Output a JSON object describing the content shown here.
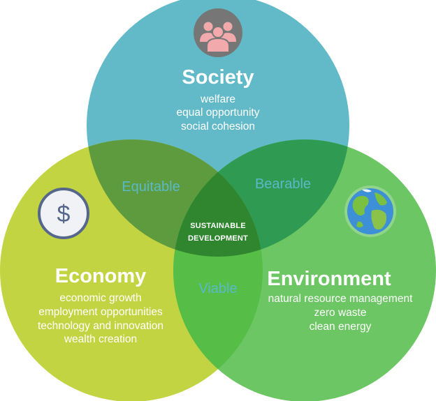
{
  "colors": {
    "society": "#62bac8",
    "economy": "#c3d442",
    "environment": "#6cc664",
    "society_economy": "#5e9a3e",
    "society_environment": "#2f9a52",
    "economy_environment": "#56be47",
    "center": "#2f862f",
    "overlap_text": "#5ab9c9",
    "icon_people": "#f2a9ab",
    "icon_badge": "#767676",
    "icon_dollar": "#56678c",
    "icon_dollar_bg": "#f1f2f6"
  },
  "society": {
    "title": "Society",
    "items": [
      "welfare",
      "equal opportunity",
      "social cohesion"
    ],
    "icon": "people-group-icon"
  },
  "economy": {
    "title": "Economy",
    "items": [
      "economic growth",
      "employment opportunities",
      "technology and innovation",
      "wealth creation"
    ],
    "icon": "dollar-coin-icon"
  },
  "environment": {
    "title": "Environment",
    "items": [
      "natural resource management",
      "zero waste",
      "clean energy"
    ],
    "icon": "globe-icon"
  },
  "overlaps": {
    "society_economy": "Equitable",
    "society_environment": "Bearable",
    "economy_environment": "Viable"
  },
  "center": {
    "line1": "SUSTAINABLE",
    "line2": "DEVELOPMENT"
  }
}
